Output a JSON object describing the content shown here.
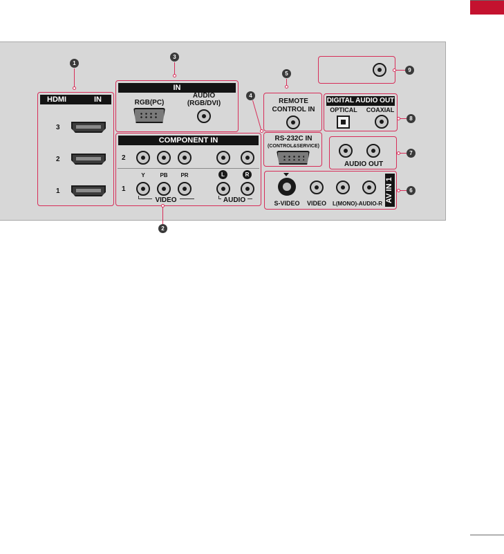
{
  "hdmi": {
    "head_left": "HDMI",
    "head_right": "IN",
    "ports": [
      "3",
      "2",
      "1"
    ]
  },
  "in_section": {
    "head": "IN",
    "rgb": "RGB(PC)",
    "audio_line1": "AUDIO",
    "audio_line2": "(RGB/DVI)"
  },
  "component": {
    "head": "COMPONENT IN",
    "row2": "2",
    "row1": "1",
    "jacks": [
      "Y",
      "PB",
      "PR",
      "L",
      "R"
    ],
    "video": "VIDEO",
    "audio": "AUDIO"
  },
  "remote": {
    "line1": "REMOTE",
    "line2": "CONTROL IN"
  },
  "rs232": {
    "line1": "RS-232C IN",
    "line2": "(CONTROL&SERVICE)"
  },
  "digital": {
    "head": "DIGITAL AUDIO OUT",
    "optical": "OPTICAL",
    "coaxial": "COAXIAL"
  },
  "audio_out": {
    "label": "AUDIO OUT"
  },
  "av_in": {
    "side": "AV IN 1",
    "svideo": "S-VIDEO",
    "video": "VIDEO",
    "audio": "L(MONO)-AUDIO-R"
  },
  "callouts": [
    "1",
    "2",
    "3",
    "4",
    "5",
    "6",
    "7",
    "8",
    "9"
  ],
  "colors": {
    "frame": "#d72c58",
    "panel": "#d7d7d7",
    "corner_tab": "#c4122f"
  }
}
